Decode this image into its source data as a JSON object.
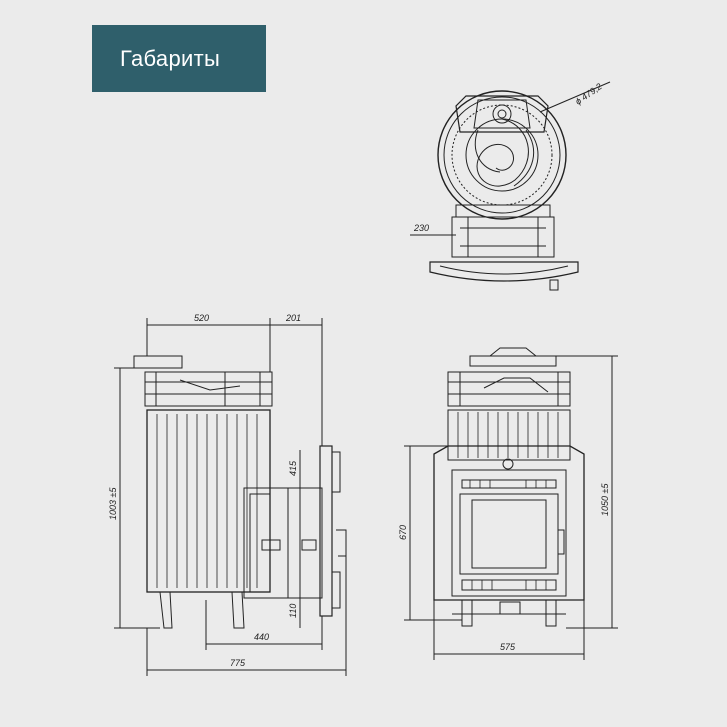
{
  "title": "Габариты",
  "dimensions": {
    "diameter": "ϕ 479,2",
    "top_width": "230",
    "side_top_width": "520",
    "side_tank_width": "201",
    "side_height": "1003 ±5",
    "side_glass_height": "415",
    "side_bottom_offset": "110",
    "side_depth_lower": "440",
    "side_total_depth": "775",
    "front_height": "1050 ±5",
    "front_door_height": "670",
    "front_width": "575"
  },
  "colors": {
    "banner": "#2f5f6b",
    "background": "#ebebeb",
    "line": "#222222"
  }
}
